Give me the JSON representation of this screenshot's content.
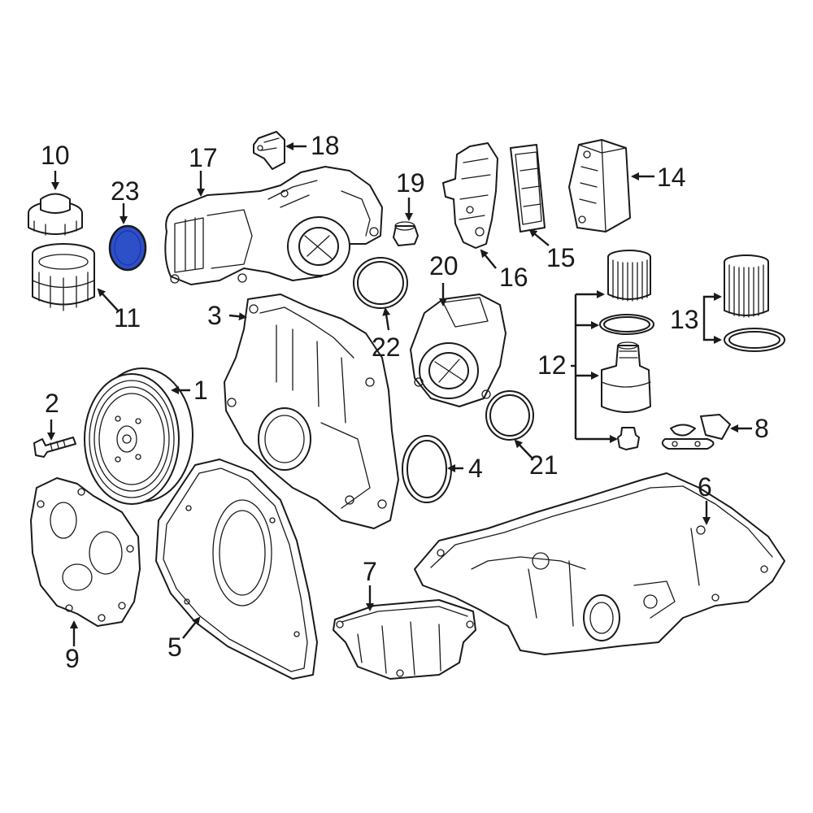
{
  "colors": {
    "line": "#1a1a1a",
    "background": "#ffffff",
    "highlight": "#2d4fc8"
  },
  "highlighted_part": "23",
  "callouts": {
    "c1": "1",
    "c2": "2",
    "c3": "3",
    "c4": "4",
    "c5": "5",
    "c6": "6",
    "c7": "7",
    "c8": "8",
    "c9": "9",
    "c10": "10",
    "c11": "11",
    "c12": "12",
    "c13": "13",
    "c14": "14",
    "c15": "15",
    "c16": "16",
    "c17": "17",
    "c18": "18",
    "c19": "19",
    "c20": "20",
    "c21": "21",
    "c22": "22",
    "c23": "23"
  }
}
